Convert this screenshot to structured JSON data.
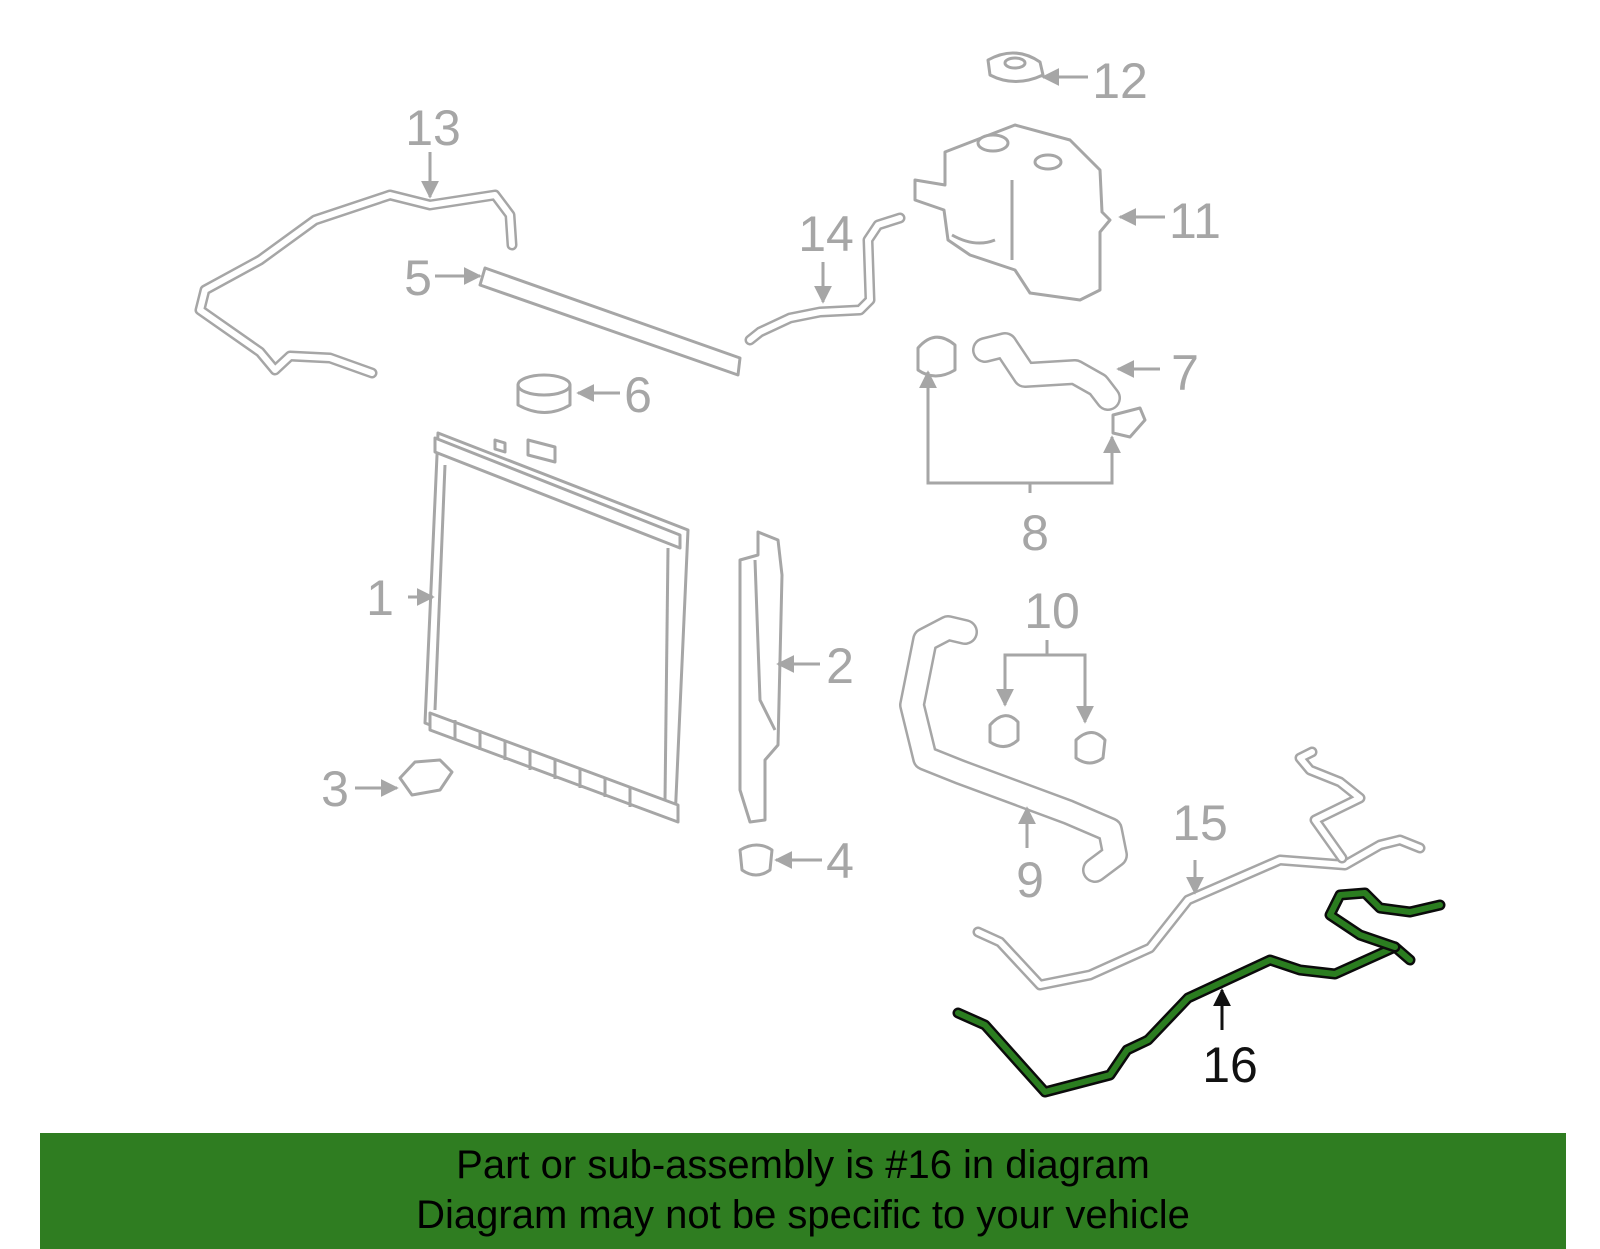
{
  "diagram": {
    "callouts": [
      "1",
      "2",
      "3",
      "4",
      "5",
      "6",
      "7",
      "8",
      "9",
      "10",
      "11",
      "12",
      "13",
      "14",
      "15",
      "16"
    ],
    "highlighted_part": "16",
    "colors": {
      "part_outline": "#a6a6a6",
      "highlight_fill": "#2b7d20",
      "highlight_outline": "#0b0b0b",
      "banner": "#2f7d21"
    }
  },
  "banner": {
    "line1": "Part or sub-assembly is #16 in diagram",
    "line2": "Diagram may not be specific to your vehicle"
  }
}
